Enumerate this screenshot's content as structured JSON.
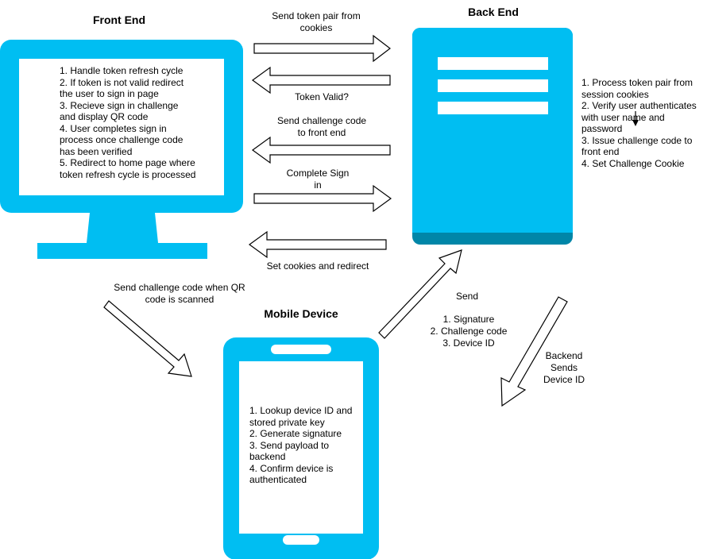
{
  "colors": {
    "device_fill": "#00BEF2",
    "server_shadow": "#0086A8",
    "screen_fill": "#FFFFFF",
    "arrow_stroke": "#000000"
  },
  "front_end": {
    "title": "Front End",
    "steps": "1. Handle token refresh cycle\n2. If token is not valid redirect the user to sign in page\n3. Recieve sign in challenge and display QR code\n4. User completes sign in process once challenge code has been verified\n5. Redirect to home page where token refresh cycle is processed"
  },
  "back_end": {
    "title": "Back End",
    "steps": "1. Process token pair from session cookies\n2. Verify user authenticates with user name and password\n3. Issue challenge code to front end\n4. Set Challenge Cookie"
  },
  "mobile_device": {
    "title": "Mobile Device",
    "steps": "1. Lookup device ID and stored private key\n2. Generate signature\n3. Send payload to backend\n4. Confirm device is authenticated"
  },
  "arrows": {
    "send_token_pair": "Send token pair from cookies",
    "token_valid": "Token Valid?",
    "send_challenge_code": "Send challenge code to front end",
    "complete_sign_in": "Complete Sign in",
    "set_cookies": "Set cookies and redirect",
    "send_challenge_when_scanned": "Send challenge code when QR code is scanned",
    "mobile_send_title": "Send",
    "mobile_send_items": "1. Signature\n2. Challenge code\n3. Device ID",
    "backend_sends_device_id": "Backend Sends Device ID"
  }
}
